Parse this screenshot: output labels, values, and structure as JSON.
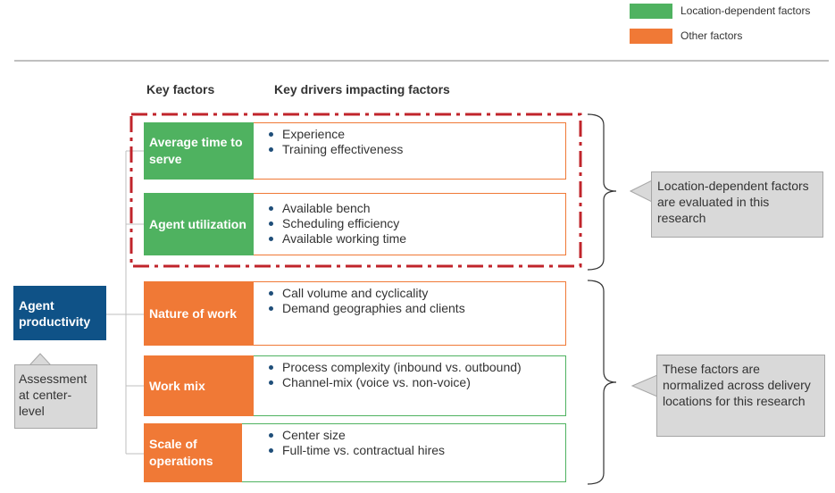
{
  "colors": {
    "location_dependent": "#4fb260",
    "other": "#f07936",
    "agent": "#0f5287",
    "dashed": "#c0242b"
  },
  "legend": {
    "items": [
      {
        "label": "Location-dependent factors",
        "color": "#4fb260"
      },
      {
        "label": "Other factors",
        "color": "#f07936"
      }
    ]
  },
  "headers": {
    "key_factors": "Key factors",
    "key_drivers": "Key drivers impacting factors"
  },
  "agent": {
    "label": "Agent productivity"
  },
  "assessment": {
    "text": "Assessment at center-level"
  },
  "factors": [
    {
      "label": "Average time to serve",
      "type": "location",
      "drivers": [
        "Experience",
        "Training effectiveness"
      ]
    },
    {
      "label": "Agent utilization",
      "type": "location",
      "drivers": [
        "Available bench",
        "Scheduling efficiency",
        "Available working time"
      ]
    },
    {
      "label": "Nature of work",
      "type": "other",
      "drivers": [
        "Call volume and cyclicality",
        "Demand geographies and clients"
      ]
    },
    {
      "label": "Work mix",
      "type": "other",
      "drivers": [
        "Process complexity (inbound vs. outbound)",
        "Channel-mix (voice vs. non-voice)"
      ]
    },
    {
      "label": "Scale of operations",
      "type": "other",
      "drivers": [
        "Center size",
        "Full-time vs. contractual hires"
      ]
    }
  ],
  "callouts": {
    "location": "Location-dependent factors are evaluated in this research",
    "other": "These factors are normalized across delivery locations for this research"
  }
}
